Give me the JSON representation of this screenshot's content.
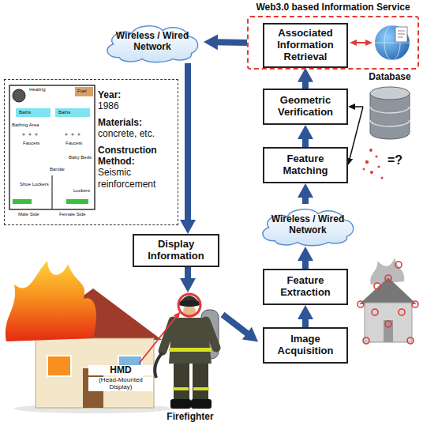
{
  "diagram": {
    "nodes": [
      {
        "text": [
          "Web3.0 based Information Service"
        ]
      },
      {
        "text": [
          "Associated Information Retrieval"
        ],
        "in": 0
      },
      {
        "text": [
          "Geometric Verification"
        ]
      },
      {
        "text": [
          "Feature Matching"
        ]
      },
      {
        "text": [
          "Database"
        ]
      },
      {
        "text": [
          "Wireless / Wired Network"
        ]
      },
      {
        "text": [
          "Feature Extraction"
        ]
      },
      {
        "text": [
          "Image Acquisition"
        ]
      },
      {
        "text": [
          "Wireless / Wired Network"
        ]
      },
      {
        "text": [
          "Display Information"
        ]
      },
      {
        "text": [
          "Year:",
          "1986",
          "Materials:",
          "concrete, etc.",
          "Construction Method:",
          "Seismic reinforcement"
        ]
      }
    ],
    "edges": [
      {
        "from": 7,
        "to": 6,
        "arrow": "to"
      },
      {
        "from": 6,
        "to": 5,
        "arrow": "to"
      },
      {
        "from": 5,
        "to": 3,
        "arrow": "to"
      },
      {
        "from": 3,
        "to": 2,
        "arrow": "to"
      },
      {
        "from": 2,
        "to": 1,
        "arrow": "to"
      },
      {
        "from": 4,
        "to": 2,
        "arrow": "to"
      },
      {
        "from": 4,
        "to": 3,
        "arrow": "to"
      },
      {
        "from": 0,
        "to": 8,
        "arrow": "to"
      },
      {
        "from": 8,
        "to": 9,
        "arrow": "to"
      }
    ],
    "labels": [
      "Heating",
      "Fuel",
      "Baths",
      "Baths",
      "Bathing Area",
      "Faucets",
      "Faucets",
      "Baby Beds",
      "Bandai",
      "Shoe Lockers",
      "Lockers",
      "Male Side",
      "Female Side",
      "=?",
      "HMD",
      "(Head-Mounted Display)",
      "Firefighter"
    ]
  }
}
